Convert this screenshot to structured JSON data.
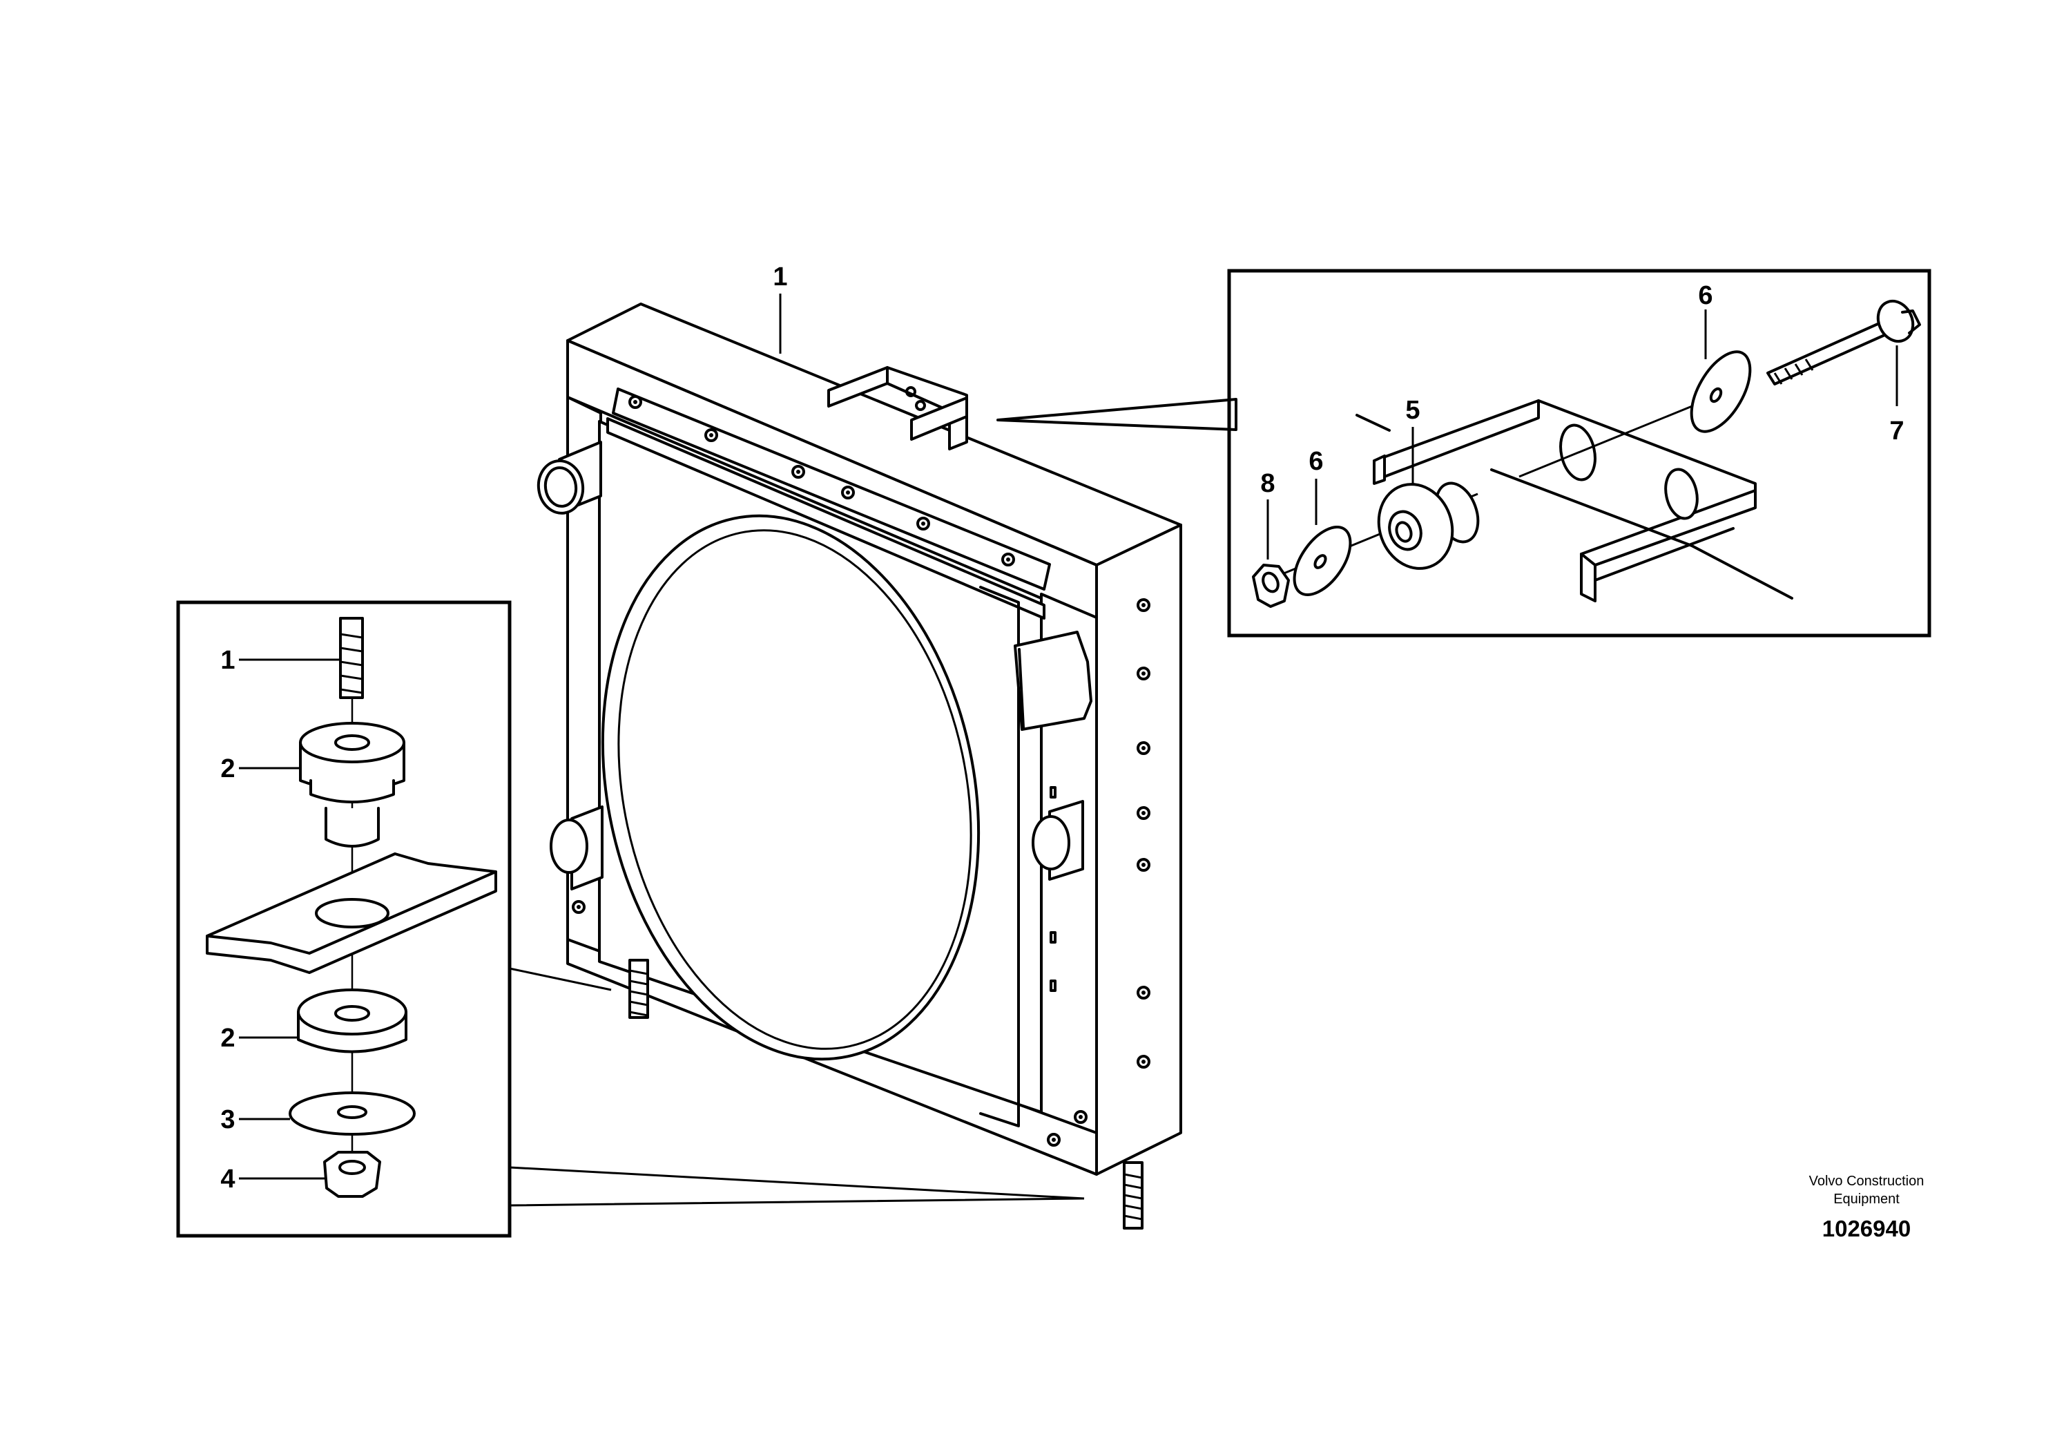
{
  "figure": {
    "brand_line1": "Volvo Construction",
    "brand_line2": "Equipment",
    "part_number": "1026940"
  },
  "callouts_main": [
    {
      "id": "main-1",
      "text": "1"
    }
  ],
  "callouts_left_detail": [
    {
      "id": "left-1",
      "text": "1"
    },
    {
      "id": "left-2a",
      "text": "2"
    },
    {
      "id": "left-2b",
      "text": "2"
    },
    {
      "id": "left-3",
      "text": "3"
    },
    {
      "id": "left-4",
      "text": "4"
    }
  ],
  "callouts_right_detail": [
    {
      "id": "right-5",
      "text": "5"
    },
    {
      "id": "right-6a",
      "text": "6"
    },
    {
      "id": "right-6b",
      "text": "6"
    },
    {
      "id": "right-7",
      "text": "7"
    },
    {
      "id": "right-8",
      "text": "8"
    }
  ]
}
